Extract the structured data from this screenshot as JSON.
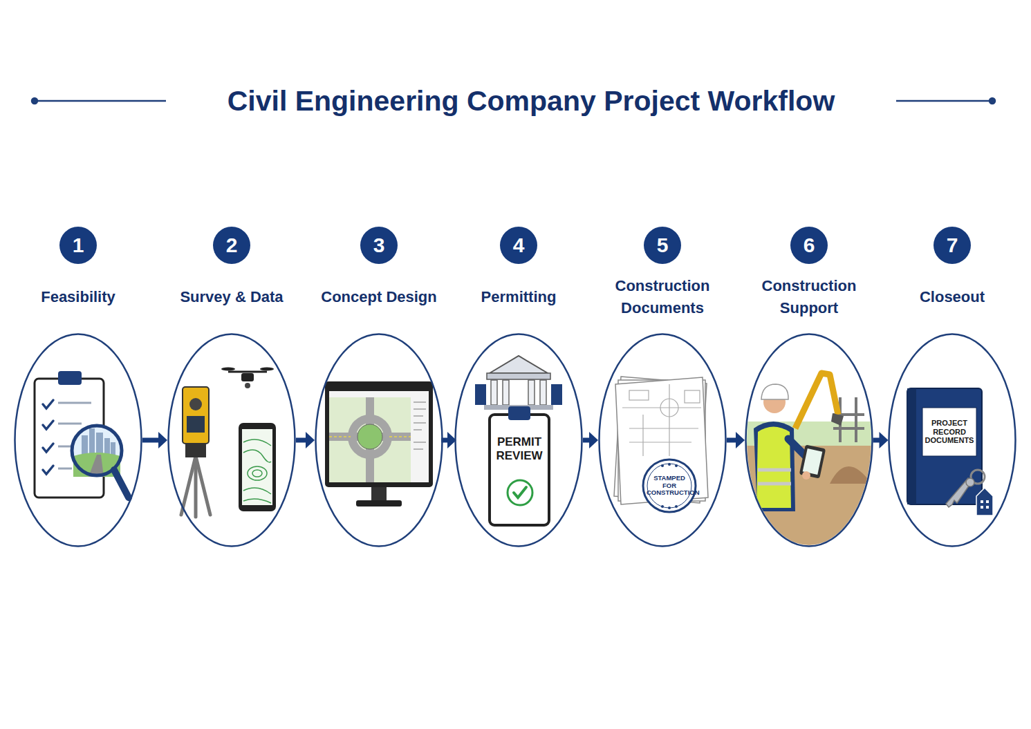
{
  "diagram": {
    "title": "Civil Engineering Company Project Workflow",
    "nodes": [
      {
        "text": [
          "1"
        ]
      },
      {
        "text": [
          "Feasibility"
        ]
      },
      {
        "text": [
          "2"
        ]
      },
      {
        "text": [
          "Survey & Data"
        ]
      },
      {
        "text": [
          "3"
        ]
      },
      {
        "text": [
          "Concept Design"
        ]
      },
      {
        "text": [
          "4"
        ]
      },
      {
        "text": [
          "Permitting"
        ]
      },
      {
        "text": [
          "5"
        ]
      },
      {
        "text": [
          "Construction Documents"
        ]
      },
      {
        "text": [
          "6"
        ]
      },
      {
        "text": [
          "Construction Support"
        ]
      },
      {
        "text": [
          "7"
        ]
      },
      {
        "text": [
          "Closeout"
        ]
      }
    ],
    "edges": [
      {
        "from": 1,
        "to": 3,
        "arrow": "to"
      },
      {
        "from": 3,
        "to": 5,
        "arrow": "to"
      },
      {
        "from": 5,
        "to": 7,
        "arrow": "to"
      },
      {
        "from": 7,
        "to": 9,
        "arrow": "to"
      },
      {
        "from": 9,
        "to": 11,
        "arrow": "to"
      },
      {
        "from": 11,
        "to": 13,
        "arrow": "to"
      }
    ],
    "labels": [
      "PERMIT REVIEW",
      "STAMPED FOR CONSTRUCTION",
      "PROJECT RECORD DOCUMENTS"
    ]
  }
}
